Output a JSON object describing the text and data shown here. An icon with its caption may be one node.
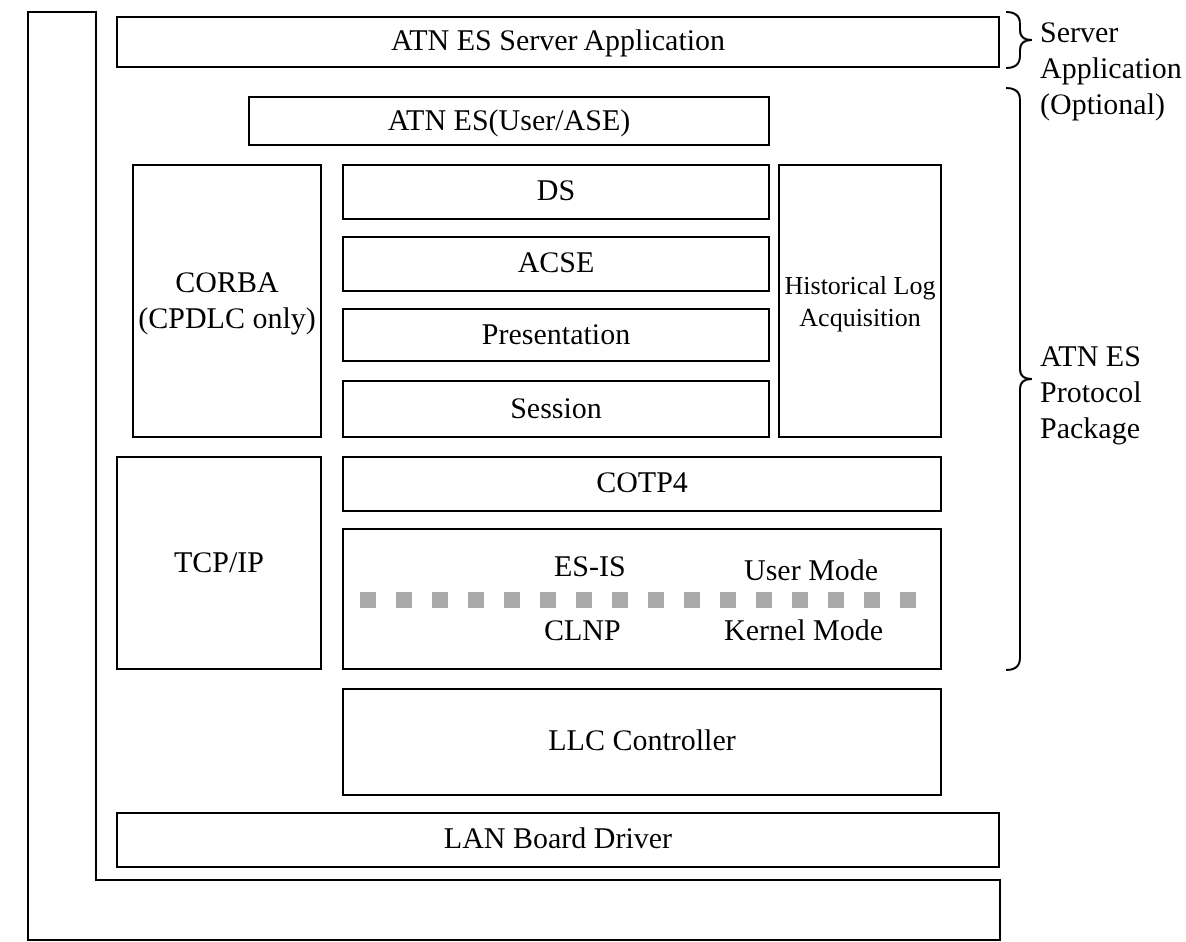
{
  "diagram": {
    "nodes": [
      {
        "text": [],
        "shape": "box"
      },
      {
        "text": [
          "ATN ES Server Application"
        ]
      },
      {
        "text": [
          "ATN ES(User/ASE)"
        ]
      },
      {
        "text": [
          "CORBA (CPDLC only)"
        ]
      },
      {
        "text": [
          "DS"
        ]
      },
      {
        "text": [
          "ACSE"
        ]
      },
      {
        "text": [
          "Presentation"
        ]
      },
      {
        "text": [
          "Session"
        ]
      },
      {
        "text": [
          "Historical Log Acquisition"
        ]
      },
      {
        "text": [
          "TCP/IP"
        ]
      },
      {
        "text": [
          "COTP4"
        ]
      },
      {
        "text": [
          "ES-IS",
          "User Mode",
          "CLNP",
          "Kernel Mode"
        ]
      },
      {
        "text": [
          "LLC Controller"
        ]
      },
      {
        "text": [
          "LAN Board Driver"
        ]
      }
    ],
    "edges": [],
    "labels": [
      "Server Application (Optional)",
      "ATN ES Protocol Package"
    ]
  }
}
